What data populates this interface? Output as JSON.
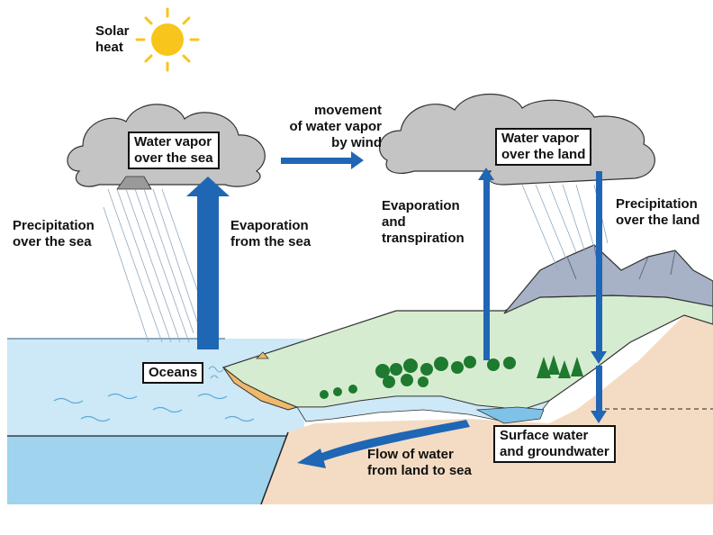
{
  "labels": {
    "solar_heat": "Solar\nheat",
    "wind_movement": "movement\nof water vapor\nby wind",
    "vapor_sea": "Water vapor\nover the sea",
    "vapor_land": "Water vapor\nover the land",
    "precip_sea": "Precipitation\nover the sea",
    "evap_sea": "Evaporation\nfrom the sea",
    "evap_transpiration": "Evaporation\nand\ntranspiration",
    "precip_land": "Precipitation\nover the land",
    "oceans": "Oceans",
    "surface_groundwater": "Surface water\nand groundwater",
    "flow_land_sea": "Flow of water\nfrom land to sea"
  },
  "colors": {
    "arrow": "#1f66b5",
    "ocean": "#cde8f6",
    "deep_ocean": "#9fd3ee",
    "land": "#d6ecd0",
    "sand": "#f3dcc3",
    "cloud": "#a9a9a9",
    "mountain": "#a7b2c6",
    "trees": "#1e7a2e",
    "sun": "#f7c51b"
  }
}
